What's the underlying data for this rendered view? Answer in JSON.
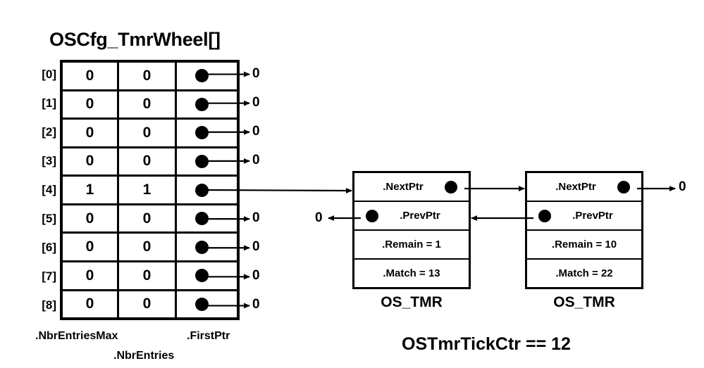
{
  "diagram": {
    "wheel": {
      "title": "OSCfg_TmrWheel[]",
      "columns": [
        "NbrEntriesMax",
        "NbrEntries",
        "FirstPtr"
      ],
      "column_labels": {
        "nbr_entries_max": ".NbrEntriesMax",
        "nbr_entries": ".NbrEntries",
        "first_ptr": ".FirstPtr"
      },
      "null_label": "0",
      "rows": [
        {
          "index": "[0]",
          "nbr_entries_max": "0",
          "nbr_entries": "0",
          "first_ptr_icon": "pointer-dot",
          "first_ptr_target": "0",
          "linked": false
        },
        {
          "index": "[1]",
          "nbr_entries_max": "0",
          "nbr_entries": "0",
          "first_ptr_icon": "pointer-dot",
          "first_ptr_target": "0",
          "linked": false
        },
        {
          "index": "[2]",
          "nbr_entries_max": "0",
          "nbr_entries": "0",
          "first_ptr_icon": "pointer-dot",
          "first_ptr_target": "0",
          "linked": false
        },
        {
          "index": "[3]",
          "nbr_entries_max": "0",
          "nbr_entries": "0",
          "first_ptr_icon": "pointer-dot",
          "first_ptr_target": "0",
          "linked": false
        },
        {
          "index": "[4]",
          "nbr_entries_max": "1",
          "nbr_entries": "1",
          "first_ptr_icon": "pointer-dot",
          "first_ptr_target": "OS_TMR #1",
          "linked": true
        },
        {
          "index": "[5]",
          "nbr_entries_max": "0",
          "nbr_entries": "0",
          "first_ptr_icon": "pointer-dot",
          "first_ptr_target": "0",
          "linked": false
        },
        {
          "index": "[6]",
          "nbr_entries_max": "0",
          "nbr_entries": "0",
          "first_ptr_icon": "pointer-dot",
          "first_ptr_target": "0",
          "linked": false
        },
        {
          "index": "[7]",
          "nbr_entries_max": "0",
          "nbr_entries": "0",
          "first_ptr_icon": "pointer-dot",
          "first_ptr_target": "0",
          "linked": false
        },
        {
          "index": "[8]",
          "nbr_entries_max": "0",
          "nbr_entries": "0",
          "first_ptr_icon": "pointer-dot",
          "first_ptr_target": "0",
          "linked": false
        }
      ]
    },
    "timers": [
      {
        "caption": "OS_TMR",
        "next_ptr_label": ".NextPtr",
        "prev_ptr_label": ".PrevPtr",
        "remain": ".Remain = 1",
        "match": ".Match = 13",
        "prev_ptr_target": "0",
        "next_ptr_target": "OS_TMR #2"
      },
      {
        "caption": "OS_TMR",
        "next_ptr_label": ".NextPtr",
        "prev_ptr_label": ".PrevPtr",
        "remain": ".Remain = 10",
        "match": ".Match = 22",
        "prev_ptr_target": "OS_TMR #1",
        "next_ptr_target": "0"
      }
    ],
    "null_markers": {
      "prev_of_first": "0",
      "next_of_last": "0"
    },
    "tick_counter": "OSTmrTickCtr == 12",
    "colors": {
      "background": "#ffffff",
      "stroke": "#000000",
      "text": "#000000"
    }
  }
}
